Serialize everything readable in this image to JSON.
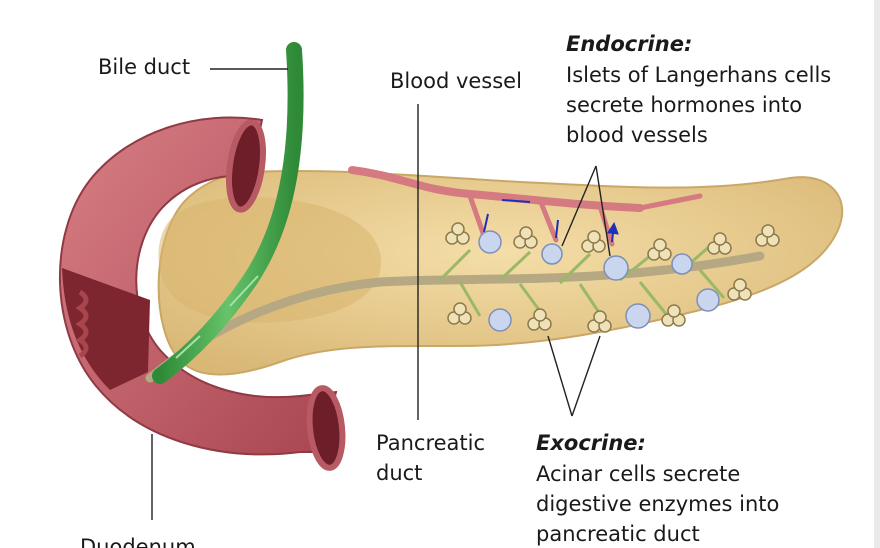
{
  "labels": {
    "bile_duct": "Bile duct",
    "blood_vessel": "Blood vessel",
    "pancreatic_duct": [
      "Pancreatic",
      "duct"
    ],
    "duodenum": "Duodenum"
  },
  "endocrine": {
    "title": "Endocrine:",
    "lines": [
      "Islets of Langerhans cells",
      "secrete hormones into",
      "blood vessels"
    ]
  },
  "exocrine": {
    "title": "Exocrine:",
    "lines": [
      "Acinar cells secrete",
      "digestive enzymes into",
      "pancreatic duct"
    ]
  },
  "colors": {
    "pancreas": "#eccf95",
    "duodenum": "#c0606a",
    "bile_duct": "#3fa045",
    "blood_vessel": "#d47a80",
    "duct": "#b5a882",
    "islet": "#c9d6ee",
    "arrow": "#1f2fb8"
  }
}
